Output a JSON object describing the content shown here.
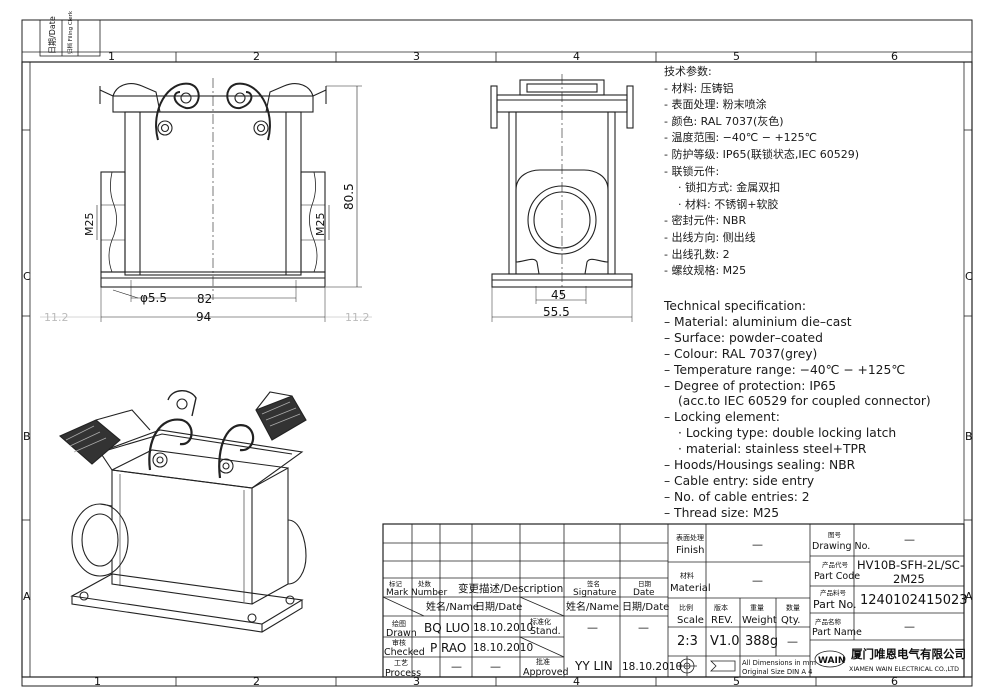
{
  "frame": {
    "cols_top": [
      "1",
      "2",
      "3",
      "4",
      "5",
      "6"
    ],
    "cols_bottom": [
      "1",
      "2",
      "3",
      "4",
      "5",
      "6"
    ],
    "rows_left": [
      "C",
      "B",
      "A"
    ],
    "rows_right": [
      "C",
      "B",
      "A"
    ],
    "corner": {
      "date": "日期/Date",
      "filing": "归档 Filing Clerk"
    }
  },
  "dims": {
    "m25_left": "M25",
    "m25_right": "M25",
    "h805": "80.5",
    "phi55": "φ5.5",
    "w82": "82",
    "w94": "94",
    "d112_left": "11.2",
    "d112_right": "11.2",
    "side_45": "45",
    "side_555": "55.5"
  },
  "spec_cn": [
    "技术参数:",
    "- 材料: 压铸铝",
    "- 表面处理: 粉末喷涂",
    "- 颜色: RAL 7037(灰色)",
    "- 温度范围: −40℃ − +125℃",
    "- 防护等级: IP65(联锁状态,IEC 60529)",
    "- 联锁元件:",
    "· 锁扣方式: 金属双扣",
    "· 材料: 不锈钢+软胶",
    "- 密封元件: NBR",
    "- 出线方向: 侧出线",
    "- 出线孔数: 2",
    "- 螺纹规格: M25"
  ],
  "spec_en": [
    "Technical specification:",
    "– Material: aluminium die–cast",
    "– Surface: powder–coated",
    "– Colour: RAL 7037(grey)",
    "– Temperature range: −40℃ − +125℃",
    "– Degree of protection: IP65",
    "(acc.to IEC 60529 for coupled connector)",
    "– Locking element:",
    "· Locking type: double locking latch",
    "· material: stainless steel+TPR",
    "– Hoods/Housings sealing: NBR",
    "– Cable entry: side entry",
    "– No. of cable entries: 2",
    "– Thread size: M25"
  ],
  "title_block": {
    "mark_cn": "标记",
    "mark_en": "Mark",
    "number_cn": "处数",
    "number_en": "Number",
    "desc": "变更描述/Description",
    "sig_cn": "签名",
    "sig_en": "Signature",
    "date_cn": "日期",
    "date_en": "Date",
    "name_h": "姓名/Name",
    "date_h": "日期/Date",
    "name_h2": "姓名/Name",
    "date_h2": "日期/Date",
    "drawn_cn": "绘图",
    "drawn_en": "Drawn",
    "drawn_name": "BQ LUO",
    "drawn_date": "18.10.2010",
    "stand_cn": "标准化",
    "stand_en": "Stand.",
    "stand_name": "—",
    "stand_date": "—",
    "checked_cn": "审核",
    "checked_en": "Checked",
    "checked_name": "P RAO",
    "checked_date": "18.10.2010",
    "process_cn": "工艺",
    "process_en": "Process",
    "process_name": "—",
    "process_date": "—",
    "approved_cn": "批准",
    "approved_en": "Approved",
    "approved_name": "YY LIN",
    "approved_date": "18.10.2010",
    "finish_cn": "表面处理",
    "finish_en": "Finish",
    "finish_val": "—",
    "material_cn": "材料",
    "material_en": "Material",
    "material_val": "—",
    "scale_cn": "比例",
    "scale_en": "Scale",
    "scale_val": "2:3",
    "rev_cn": "版本",
    "rev_en": "REV.",
    "rev_val": "V1.0",
    "weight_cn": "重量",
    "weight_en": "Weight",
    "weight_val": "388g",
    "qty_cn": "数量",
    "qty_en": "Qty.",
    "qty_val": "—",
    "dims_note1": "All Dimensions in mm",
    "dims_note2": "Original Size DIN A 4",
    "drawing_cn": "图号",
    "drawing_en": "Drawing No.",
    "drawing_val": "—",
    "code_cn": "产品代号",
    "code_en": "Part Code",
    "code_val1": "HV10B-SFH-2L/SC-",
    "code_val2": "2M25",
    "partno_cn": "产品料号",
    "partno_en": "Part No.",
    "partno_val": "1240102415023",
    "partname_cn": "产品名称",
    "partname_en": "Part Name",
    "partname_val": "—",
    "logo": "WAIN",
    "company_cn": "厦门唯恩电气有限公司",
    "company_en": "XIAMEN WAIN ELECTRICAL CO.,LTD"
  }
}
